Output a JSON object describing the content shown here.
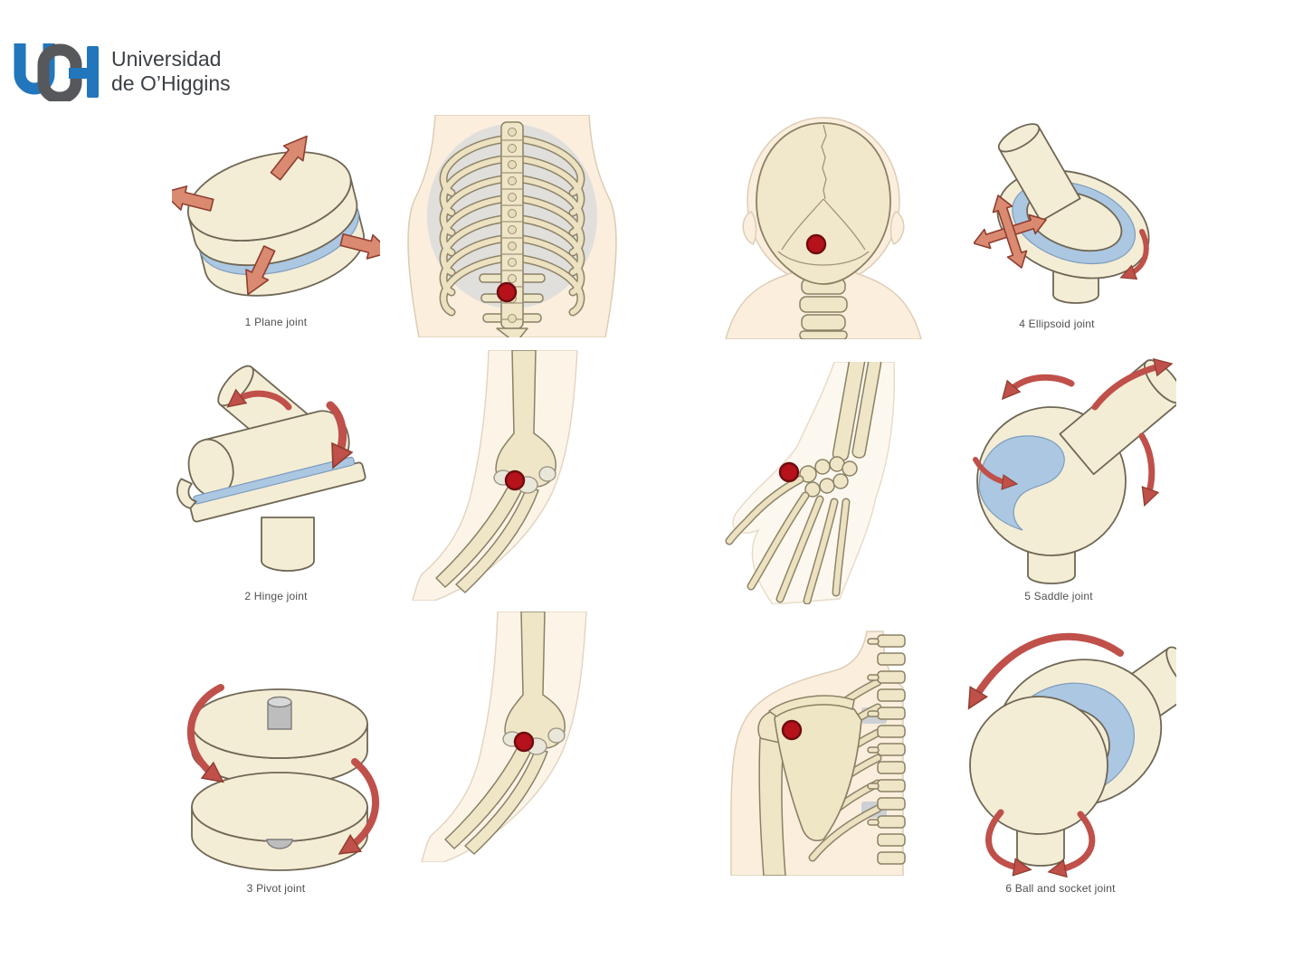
{
  "logo": {
    "letters": [
      {
        "char": "U",
        "color": "#2176bc"
      },
      {
        "char": "O",
        "color": "#57585b"
      },
      {
        "char": "H",
        "color": "#2176bc"
      }
    ],
    "name_line1": "Universidad",
    "name_line2": "de O’Higgins",
    "text_color": "#3a4045"
  },
  "labels": {
    "plane": "1 Plane joint",
    "hinge": "2 Hinge joint",
    "pivot": "3 Pivot joint",
    "ellipsoid": "4 Ellipsoid joint",
    "saddle": "5 Saddle joint",
    "ball_and_socket": "6 Ball and socket joint"
  },
  "figures": {
    "plane_schematic": "plane-joint-diagram",
    "thoracic_spine": "spine-and-ribcage-back-view",
    "head_neck": "skull-and-cervical-spine-back-view",
    "ellipsoid_schematic": "ellipsoid-joint-diagram",
    "hinge_schematic": "hinge-joint-diagram",
    "elbow_hinge": "elbow-joint-illustration",
    "wrist_hand": "wrist-and-hand-skeleton",
    "saddle_schematic": "saddle-joint-diagram",
    "pivot_schematic": "pivot-joint-diagram",
    "elbow_pivot": "proximal-radioulnar-joint-illustration",
    "shoulder": "shoulder-girdle-back-view",
    "ball_socket_schematic": "ball-and-socket-joint-diagram"
  },
  "colors": {
    "bone": "#f4edd5",
    "bone_outline": "#6f6755",
    "cartilage_blue": "#abc7e2",
    "arrow_fill": "#d98a70",
    "arrow_stroke": "#c0504a",
    "joint_marker": "#b5121b",
    "skin": "#fbeedd",
    "label_text": "#4f4f4f"
  }
}
